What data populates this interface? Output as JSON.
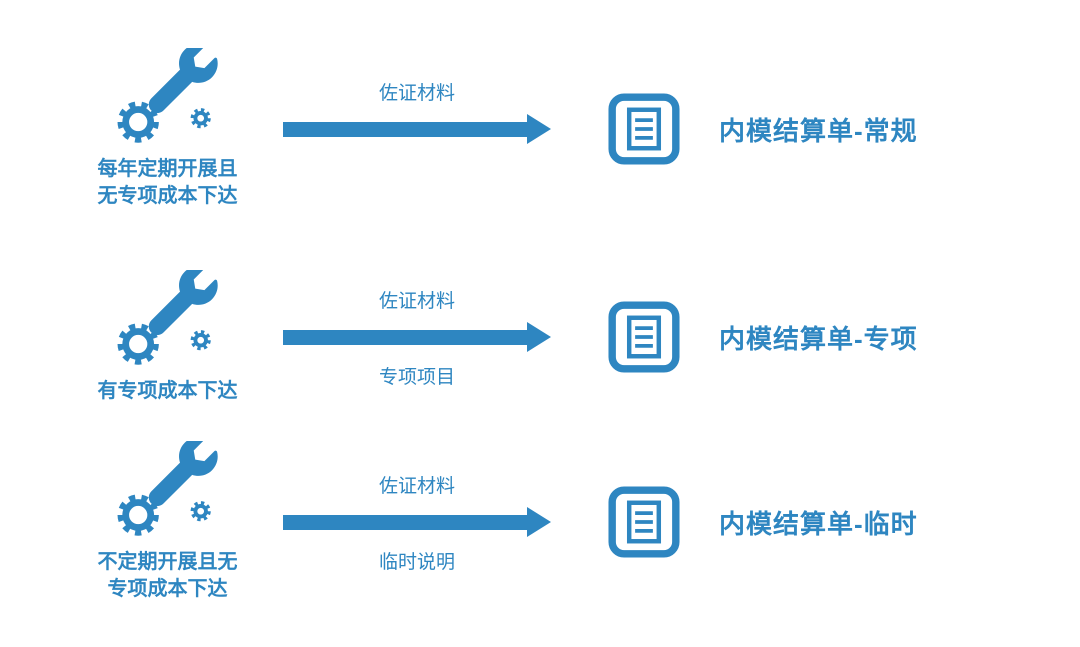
{
  "accent_color": "#2E86C1",
  "icons": {
    "source": "tools-icon",
    "result": "document-icon",
    "connector": "arrow-right-icon"
  },
  "rows": [
    {
      "source_label_line1": "每年定期开展且",
      "source_label_line2": "无专项成本下达",
      "arrow_top_label": "佐证材料",
      "arrow_bottom_label": "",
      "result_title": "内模结算单-常规"
    },
    {
      "source_label_line1": "有专项成本下达",
      "source_label_line2": "",
      "arrow_top_label": "佐证材料",
      "arrow_bottom_label": "专项项目",
      "result_title": "内模结算单-专项"
    },
    {
      "source_label_line1": "不定期开展且无",
      "source_label_line2": "专项成本下达",
      "arrow_top_label": "佐证材料",
      "arrow_bottom_label": "临时说明",
      "result_title": "内模结算单-临时"
    }
  ]
}
